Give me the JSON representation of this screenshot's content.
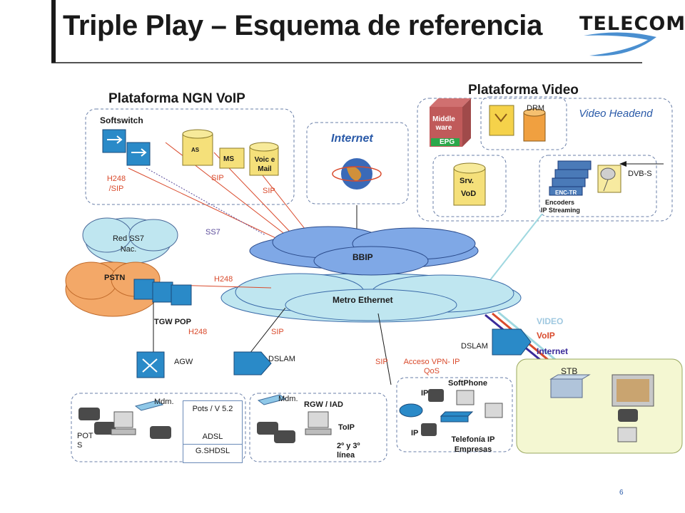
{
  "title": "Triple Play – Esquema de referencia",
  "brand": "TELECOM",
  "page_number": "6",
  "sections": {
    "ngn": "Plataforma NGN VoIP",
    "video": "Plataforma Video",
    "internet": "Internet",
    "video_headend": "Video Headend"
  },
  "ngn": {
    "softswitch": "Softswitch",
    "as": "AS",
    "ms": "MS",
    "voicemail": "Voic e Mail",
    "h248_sip": "H248 /SIP",
    "sip_1": "SIP",
    "sip_2": "SIP",
    "ss7": "SS7",
    "h248": "H248"
  },
  "video": {
    "middleware": "Middle ware",
    "epg": "EPG",
    "drm": "DRM",
    "srv": "Srv.",
    "vod": "VoD",
    "enc": "ENC-TR",
    "encoders": "Encoders",
    "ip_streaming": "IP Streaming",
    "dvbs": "DVB-S"
  },
  "core": {
    "bbip": "BBIP",
    "metro": "Metro Ethernet",
    "ss7_net": "Red SS7 Nac.",
    "pstn": "PSTN",
    "tgw": "TGW POP"
  },
  "access": {
    "h248": "H248",
    "sip_a": "SIP",
    "sip_b": "SIP",
    "acceso_vpn": "Acceso VPN- IP QoS",
    "agw": "AGW",
    "dslam_1": "DSLAM",
    "dslam_2": "DSLAM",
    "video": "VIDEO",
    "voip": "VoIP",
    "internet": "Internet",
    "stb": "STB"
  },
  "customers": {
    "mdm_1": "Mdm.",
    "pots": "POT S",
    "pots_box_1": "Pots / V 5.2",
    "pots_box_2": "ADSL",
    "pots_box_3": "G.SHDSL",
    "mdm_2": "Mdm.",
    "rgw": "RGW / IAD",
    "toip": "ToIP",
    "linea": "2º y 3º línea",
    "ip_1": "IP",
    "ip_2": "IP",
    "softphone": "SoftPhone",
    "telefonia": "Telefonía IP Empresas"
  },
  "colors": {
    "title_text": "#1a1a1a",
    "accent_blue": "#2a5aa8",
    "sip_red": "#d94a2c",
    "ss7_purple": "#5a4a9a",
    "cloud_blue": "#7fa8e6",
    "cloud_cyan": "#bfe6f0",
    "pstn_orange": "#f3a868",
    "video_green_bg": "#f4f7d2"
  }
}
